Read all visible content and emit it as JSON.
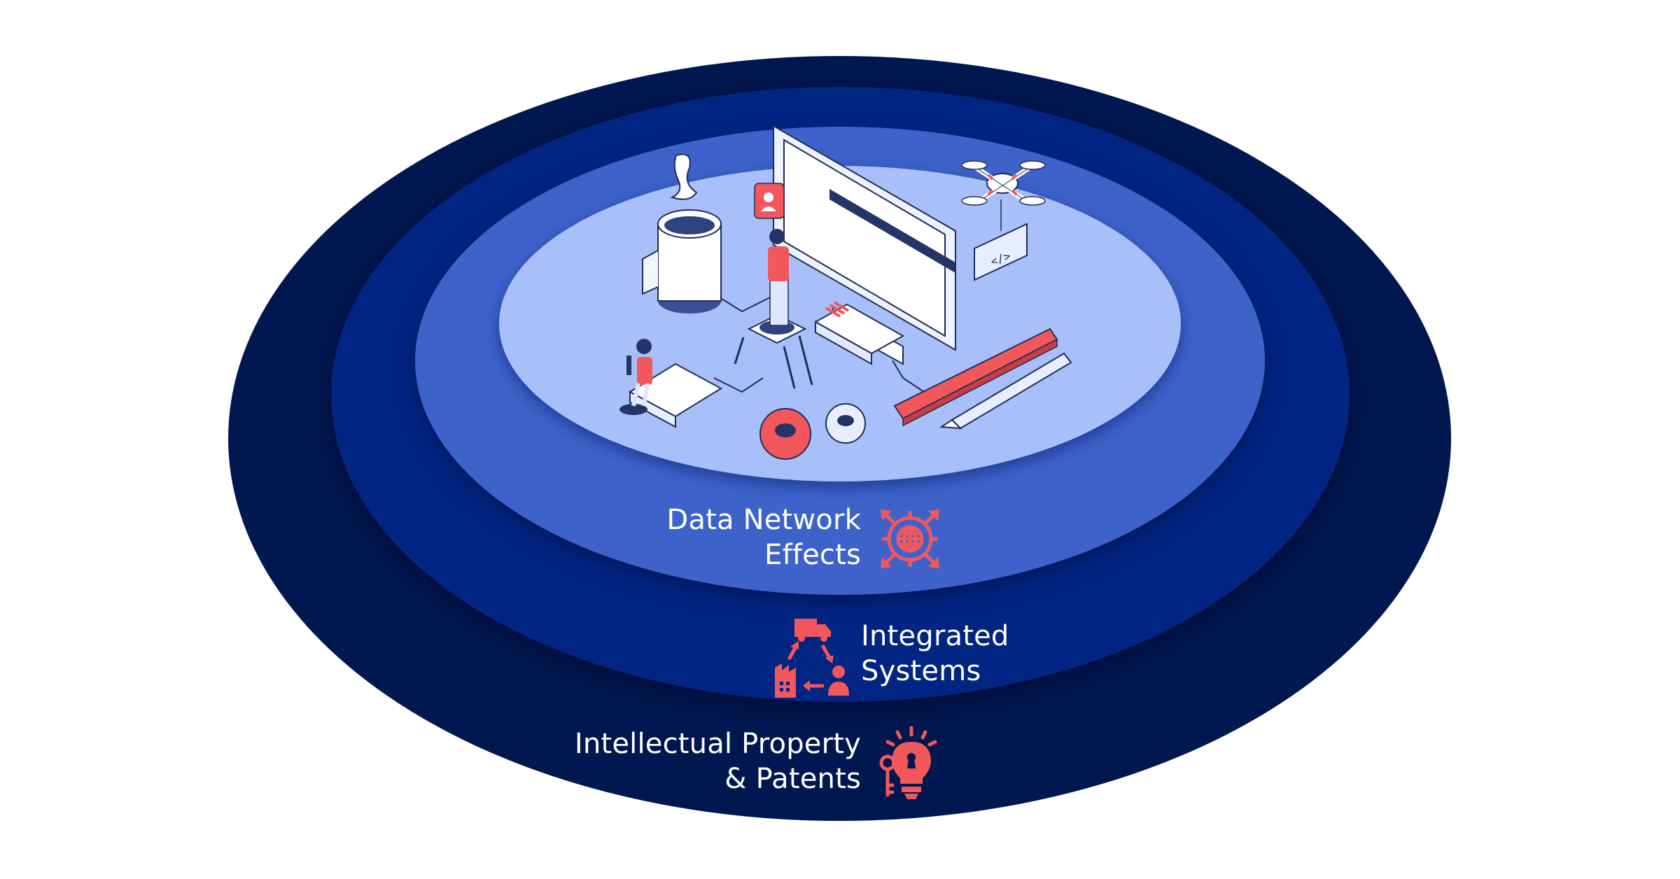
{
  "diagram": {
    "type": "concentric-layers",
    "colors": {
      "background": "#ffffff",
      "outer_ring": "#00174f",
      "middle_ring": "#022583",
      "inner_ring": "#3d63cb",
      "core": "#a8bffa",
      "accent": "#f2575c",
      "text": "#ffffff"
    },
    "core": {
      "illustration": "isometric-workspace",
      "elements": [
        "coffee-mug",
        "monitor-with-browser-window",
        "woman-on-stool",
        "man-with-tablet",
        "image-block",
        "drone-with-code-sign",
        "ruler",
        "pencil",
        "gears"
      ]
    },
    "layers": [
      {
        "id": "data-network-effects",
        "line1": "Data Network",
        "line2": "Effects",
        "icon": "globe-network-icon"
      },
      {
        "id": "integrated-systems",
        "line1": "Integrated",
        "line2": "Systems",
        "icon": "supply-cycle-icon"
      },
      {
        "id": "ip-patents",
        "line1": "Intellectual Property",
        "line2": "& Patents",
        "icon": "key-lightbulb-icon"
      }
    ]
  }
}
